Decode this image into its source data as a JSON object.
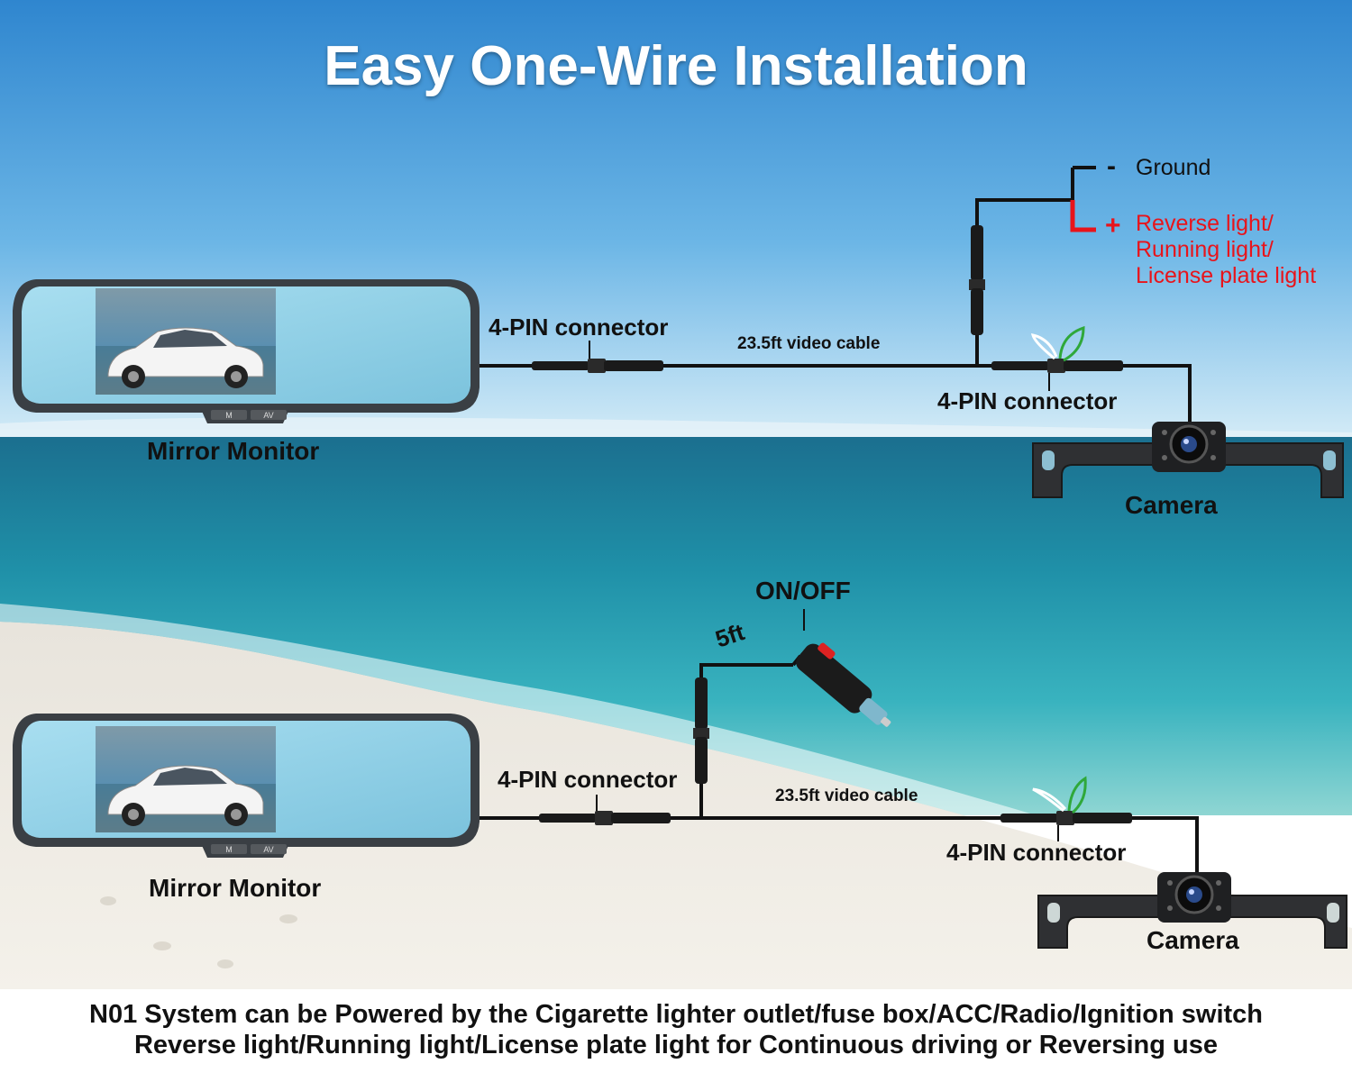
{
  "title": "Easy One-Wire Installation",
  "top": {
    "mirror_label": "Mirror Monitor",
    "connector_left": "4-PIN connector",
    "cable_label": "23.5ft video cable",
    "connector_right": "4-PIN connector",
    "camera_label": "Camera",
    "ground_sign": "-",
    "ground_label": "Ground",
    "plus_sign": "+",
    "power_lines": [
      "Reverse light/",
      "Running light/",
      "License plate light"
    ],
    "mirror_buttons": [
      "M",
      "AV"
    ]
  },
  "bottom": {
    "mirror_label": "Mirror Monitor",
    "connector_left": "4-PIN connector",
    "cable_label": "23.5ft video cable",
    "connector_right": "4-PIN connector",
    "camera_label": "Camera",
    "switch_label": "ON/OFF",
    "length_label": "5ft",
    "mirror_buttons": [
      "M",
      "AV"
    ]
  },
  "footer": {
    "line1": "N01 System can be Powered by the Cigarette lighter outlet/fuse box/ACC/Radio/Ignition switch",
    "line2": "Reverse light/Running light/License plate light for Continuous driving or Reversing use"
  },
  "colors": {
    "wire": "#111111",
    "positive": "#e8141b",
    "mirror_glass": "#8fd0e4",
    "title": "#ffffff"
  }
}
